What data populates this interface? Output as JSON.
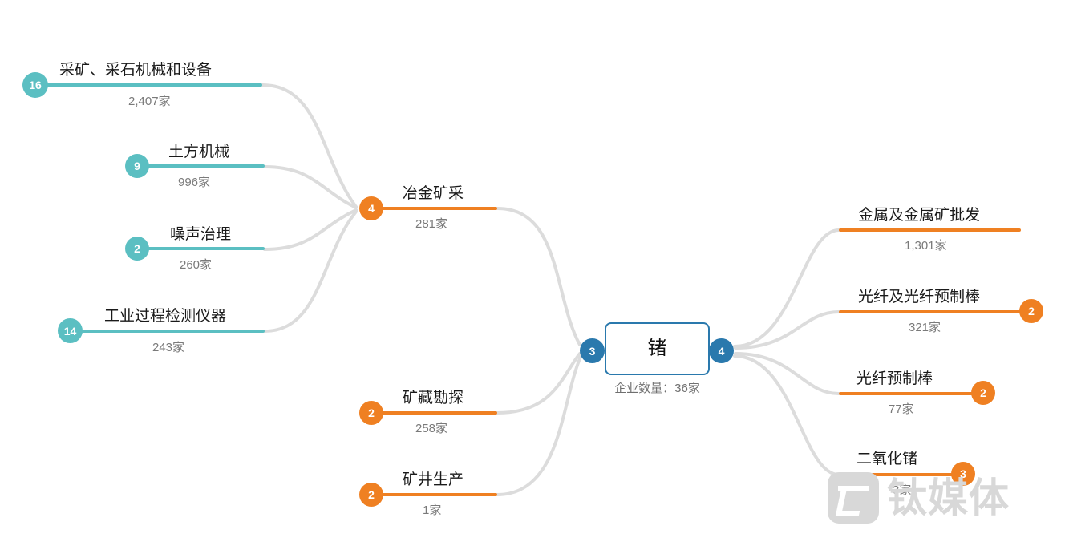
{
  "colors": {
    "teal": "#5bbfc2",
    "orange": "#ef8022",
    "blue": "#2a79ad",
    "connector": "#dcdcdc",
    "title_text": "#1a1a1a",
    "count_text": "#7a7a7a",
    "watermark": "#d8d8d8",
    "background": "#ffffff"
  },
  "center": {
    "title": "锗",
    "subtitle": "企业数量：36家",
    "left_badge": "3",
    "right_badge": "4"
  },
  "watermark": {
    "text": "钛媒体",
    "logo_name": "tmtpost-logo"
  },
  "chart_data": {
    "type": "tree",
    "title": "锗",
    "root": {
      "label": "锗",
      "count": "36家",
      "count_label": "企业数量：36家",
      "left_children_badge": "3",
      "right_children_badge": "4"
    },
    "left_branches": [
      {
        "label": "冶金矿采",
        "count": "281家",
        "badge": "4",
        "color": "orange",
        "children": [
          {
            "label": "采矿、采石机械和设备",
            "count": "2,407家",
            "badge": "16",
            "color": "teal"
          },
          {
            "label": "土方机械",
            "count": "996家",
            "badge": "9",
            "color": "teal"
          },
          {
            "label": "噪声治理",
            "count": "260家",
            "badge": "2",
            "color": "teal"
          },
          {
            "label": "工业过程检测仪器",
            "count": "243家",
            "badge": "14",
            "color": "teal"
          }
        ]
      },
      {
        "label": "矿藏勘探",
        "count": "258家",
        "badge": "2",
        "color": "orange",
        "children": []
      },
      {
        "label": "矿井生产",
        "count": "1家",
        "badge": "2",
        "color": "orange",
        "children": []
      }
    ],
    "right_branches": [
      {
        "label": "金属及金属矿批发",
        "count": "1,301家",
        "badge": "",
        "color": "orange"
      },
      {
        "label": "光纤及光纤预制棒",
        "count": "321家",
        "badge": "2",
        "color": "orange"
      },
      {
        "label": "光纤预制棒",
        "count": "77家",
        "badge": "2",
        "color": "orange"
      },
      {
        "label": "二氧化锗",
        "count": "3家",
        "badge": "3",
        "color": "orange"
      }
    ]
  },
  "nodes": {
    "mining_machinery": {
      "title": "采矿、采石机械和设备",
      "count": "2,407家",
      "badge": "16"
    },
    "earthmoving": {
      "title": "土方机械",
      "count": "996家",
      "badge": "9"
    },
    "noise_control": {
      "title": "噪声治理",
      "count": "260家",
      "badge": "2"
    },
    "process_instruments": {
      "title": "工业过程检测仪器",
      "count": "243家",
      "badge": "14"
    },
    "metallurgy_mining": {
      "title": "冶金矿采",
      "count": "281家",
      "badge": "4"
    },
    "mineral_exploration": {
      "title": "矿藏勘探",
      "count": "258家",
      "badge": "2"
    },
    "mine_production": {
      "title": "矿井生产",
      "count": "1家",
      "badge": "2"
    },
    "metal_wholesale": {
      "title": "金属及金属矿批发",
      "count": "1,301家",
      "badge": ""
    },
    "fiber_and_preform": {
      "title": "光纤及光纤预制棒",
      "count": "321家",
      "badge": "2"
    },
    "fiber_preform": {
      "title": "光纤预制棒",
      "count": "77家",
      "badge": "2"
    },
    "germanium_dioxide": {
      "title": "二氧化锗",
      "count": "3家",
      "badge": "3"
    }
  }
}
